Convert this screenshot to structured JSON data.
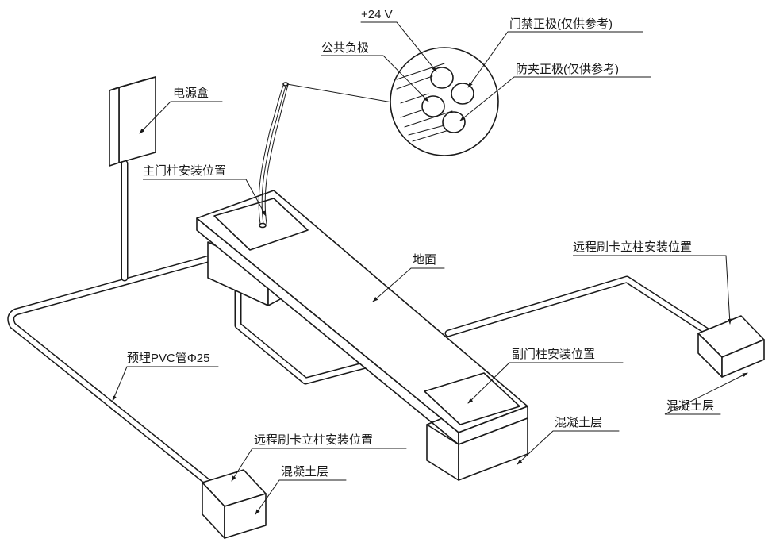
{
  "labels": {
    "v24": "+24 V",
    "access_pos": "门禁正极(仅供参考)",
    "common_neg": "公共负极",
    "antipinch_pos": "防夹正极(仅供参考)",
    "power_box": "电源盒",
    "main_post": "主门柱安装位置",
    "ground": "地面",
    "remote_reader_right": "远程刷卡立柱安装位置",
    "pvc_pipe": "预埋PVC管Φ25",
    "sub_post": "副门柱安装位置",
    "concrete_center": "混凝土层",
    "concrete_right": "混凝土层",
    "remote_reader_left": "远程刷卡立柱安装位置",
    "concrete_left": "混凝土层"
  },
  "colors": {
    "line": "#1a1a1a",
    "background": "#ffffff"
  }
}
